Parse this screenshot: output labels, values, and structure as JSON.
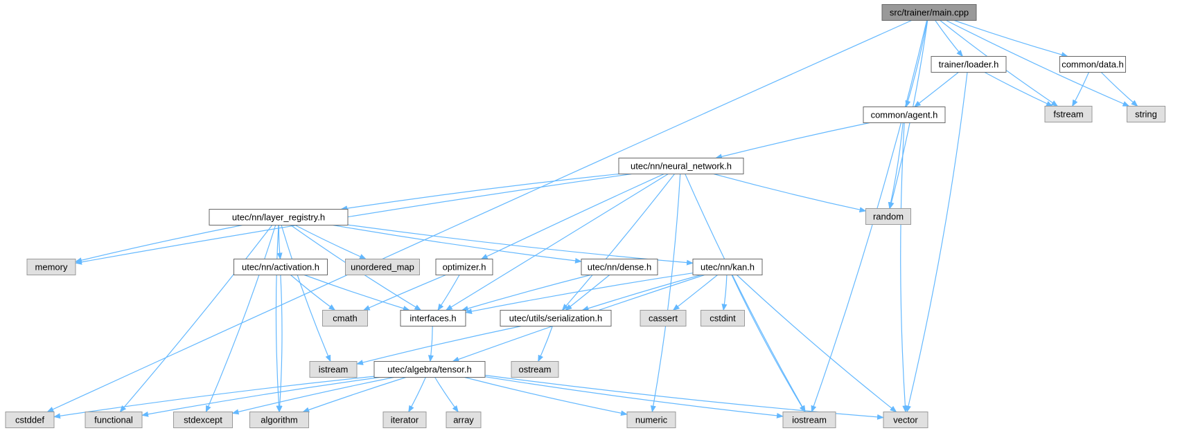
{
  "colors": {
    "edge": "#63b8ff",
    "root_fill": "#999999",
    "root_stroke": "#666666",
    "file_fill": "#ffffff",
    "file_stroke": "#666666",
    "system_fill": "#e0e0e0",
    "system_stroke": "#999999"
  },
  "nodes": [
    {
      "id": "main",
      "label": "src/trainer/main.cpp",
      "kind": "root"
    },
    {
      "id": "loader",
      "label": "trainer/loader.h",
      "kind": "file"
    },
    {
      "id": "data",
      "label": "common/data.h",
      "kind": "file"
    },
    {
      "id": "agent",
      "label": "common/agent.h",
      "kind": "file"
    },
    {
      "id": "fstream",
      "label": "fstream",
      "kind": "system"
    },
    {
      "id": "string",
      "label": "string",
      "kind": "system"
    },
    {
      "id": "nn",
      "label": "utec/nn/neural_network.h",
      "kind": "file"
    },
    {
      "id": "random",
      "label": "random",
      "kind": "system"
    },
    {
      "id": "reg",
      "label": "utec/nn/layer_registry.h",
      "kind": "file"
    },
    {
      "id": "memory",
      "label": "memory",
      "kind": "system"
    },
    {
      "id": "act",
      "label": "utec/nn/activation.h",
      "kind": "file"
    },
    {
      "id": "umap",
      "label": "unordered_map",
      "kind": "system"
    },
    {
      "id": "opt",
      "label": "optimizer.h",
      "kind": "file"
    },
    {
      "id": "dense",
      "label": "utec/nn/dense.h",
      "kind": "file"
    },
    {
      "id": "kan",
      "label": "utec/nn/kan.h",
      "kind": "file"
    },
    {
      "id": "cmath",
      "label": "cmath",
      "kind": "system"
    },
    {
      "id": "iface",
      "label": "interfaces.h",
      "kind": "file"
    },
    {
      "id": "ser",
      "label": "utec/utils/serialization.h",
      "kind": "file"
    },
    {
      "id": "cassert",
      "label": "cassert",
      "kind": "system"
    },
    {
      "id": "cstdint",
      "label": "cstdint",
      "kind": "system"
    },
    {
      "id": "istream",
      "label": "istream",
      "kind": "system"
    },
    {
      "id": "tensor",
      "label": "utec/algebra/tensor.h",
      "kind": "file"
    },
    {
      "id": "ostream",
      "label": "ostream",
      "kind": "system"
    },
    {
      "id": "cstddef",
      "label": "cstddef",
      "kind": "system"
    },
    {
      "id": "functional",
      "label": "functional",
      "kind": "system"
    },
    {
      "id": "stdexcept",
      "label": "stdexcept",
      "kind": "system"
    },
    {
      "id": "algorithm",
      "label": "algorithm",
      "kind": "system"
    },
    {
      "id": "iterator",
      "label": "iterator",
      "kind": "system"
    },
    {
      "id": "array",
      "label": "array",
      "kind": "system"
    },
    {
      "id": "numeric",
      "label": "numeric",
      "kind": "system"
    },
    {
      "id": "iostream",
      "label": "iostream",
      "kind": "system"
    },
    {
      "id": "vector",
      "label": "vector",
      "kind": "system"
    }
  ],
  "edges": [
    [
      "main",
      "cstddef"
    ],
    [
      "main",
      "random"
    ],
    [
      "main",
      "agent"
    ],
    [
      "main",
      "iostream"
    ],
    [
      "main",
      "loader"
    ],
    [
      "main",
      "fstream"
    ],
    [
      "main",
      "data"
    ],
    [
      "main",
      "string"
    ],
    [
      "loader",
      "agent"
    ],
    [
      "loader",
      "fstream"
    ],
    [
      "loader",
      "vector"
    ],
    [
      "data",
      "fstream"
    ],
    [
      "data",
      "string"
    ],
    [
      "agent",
      "nn"
    ],
    [
      "agent",
      "random"
    ],
    [
      "agent",
      "vector"
    ],
    [
      "nn",
      "memory"
    ],
    [
      "nn",
      "reg"
    ],
    [
      "nn",
      "opt"
    ],
    [
      "nn",
      "iface"
    ],
    [
      "nn",
      "ser"
    ],
    [
      "nn",
      "numeric"
    ],
    [
      "nn",
      "iostream"
    ],
    [
      "nn",
      "random"
    ],
    [
      "reg",
      "memory"
    ],
    [
      "reg",
      "functional"
    ],
    [
      "reg",
      "stdexcept"
    ],
    [
      "reg",
      "algorithm"
    ],
    [
      "reg",
      "istream"
    ],
    [
      "reg",
      "act"
    ],
    [
      "reg",
      "umap"
    ],
    [
      "reg",
      "dense"
    ],
    [
      "reg",
      "kan"
    ],
    [
      "reg",
      "iface"
    ],
    [
      "act",
      "cmath"
    ],
    [
      "act",
      "iface"
    ],
    [
      "act",
      "algorithm"
    ],
    [
      "opt",
      "cmath"
    ],
    [
      "opt",
      "iface"
    ],
    [
      "dense",
      "iface"
    ],
    [
      "dense",
      "ser"
    ],
    [
      "kan",
      "iface"
    ],
    [
      "kan",
      "ser"
    ],
    [
      "kan",
      "cassert"
    ],
    [
      "kan",
      "cstdint"
    ],
    [
      "kan",
      "tensor"
    ],
    [
      "kan",
      "iostream"
    ],
    [
      "kan",
      "vector"
    ],
    [
      "iface",
      "tensor"
    ],
    [
      "ser",
      "istream"
    ],
    [
      "ser",
      "ostream"
    ],
    [
      "tensor",
      "cstddef"
    ],
    [
      "tensor",
      "functional"
    ],
    [
      "tensor",
      "stdexcept"
    ],
    [
      "tensor",
      "algorithm"
    ],
    [
      "tensor",
      "iterator"
    ],
    [
      "tensor",
      "array"
    ],
    [
      "tensor",
      "numeric"
    ],
    [
      "tensor",
      "iostream"
    ],
    [
      "tensor",
      "vector"
    ]
  ]
}
